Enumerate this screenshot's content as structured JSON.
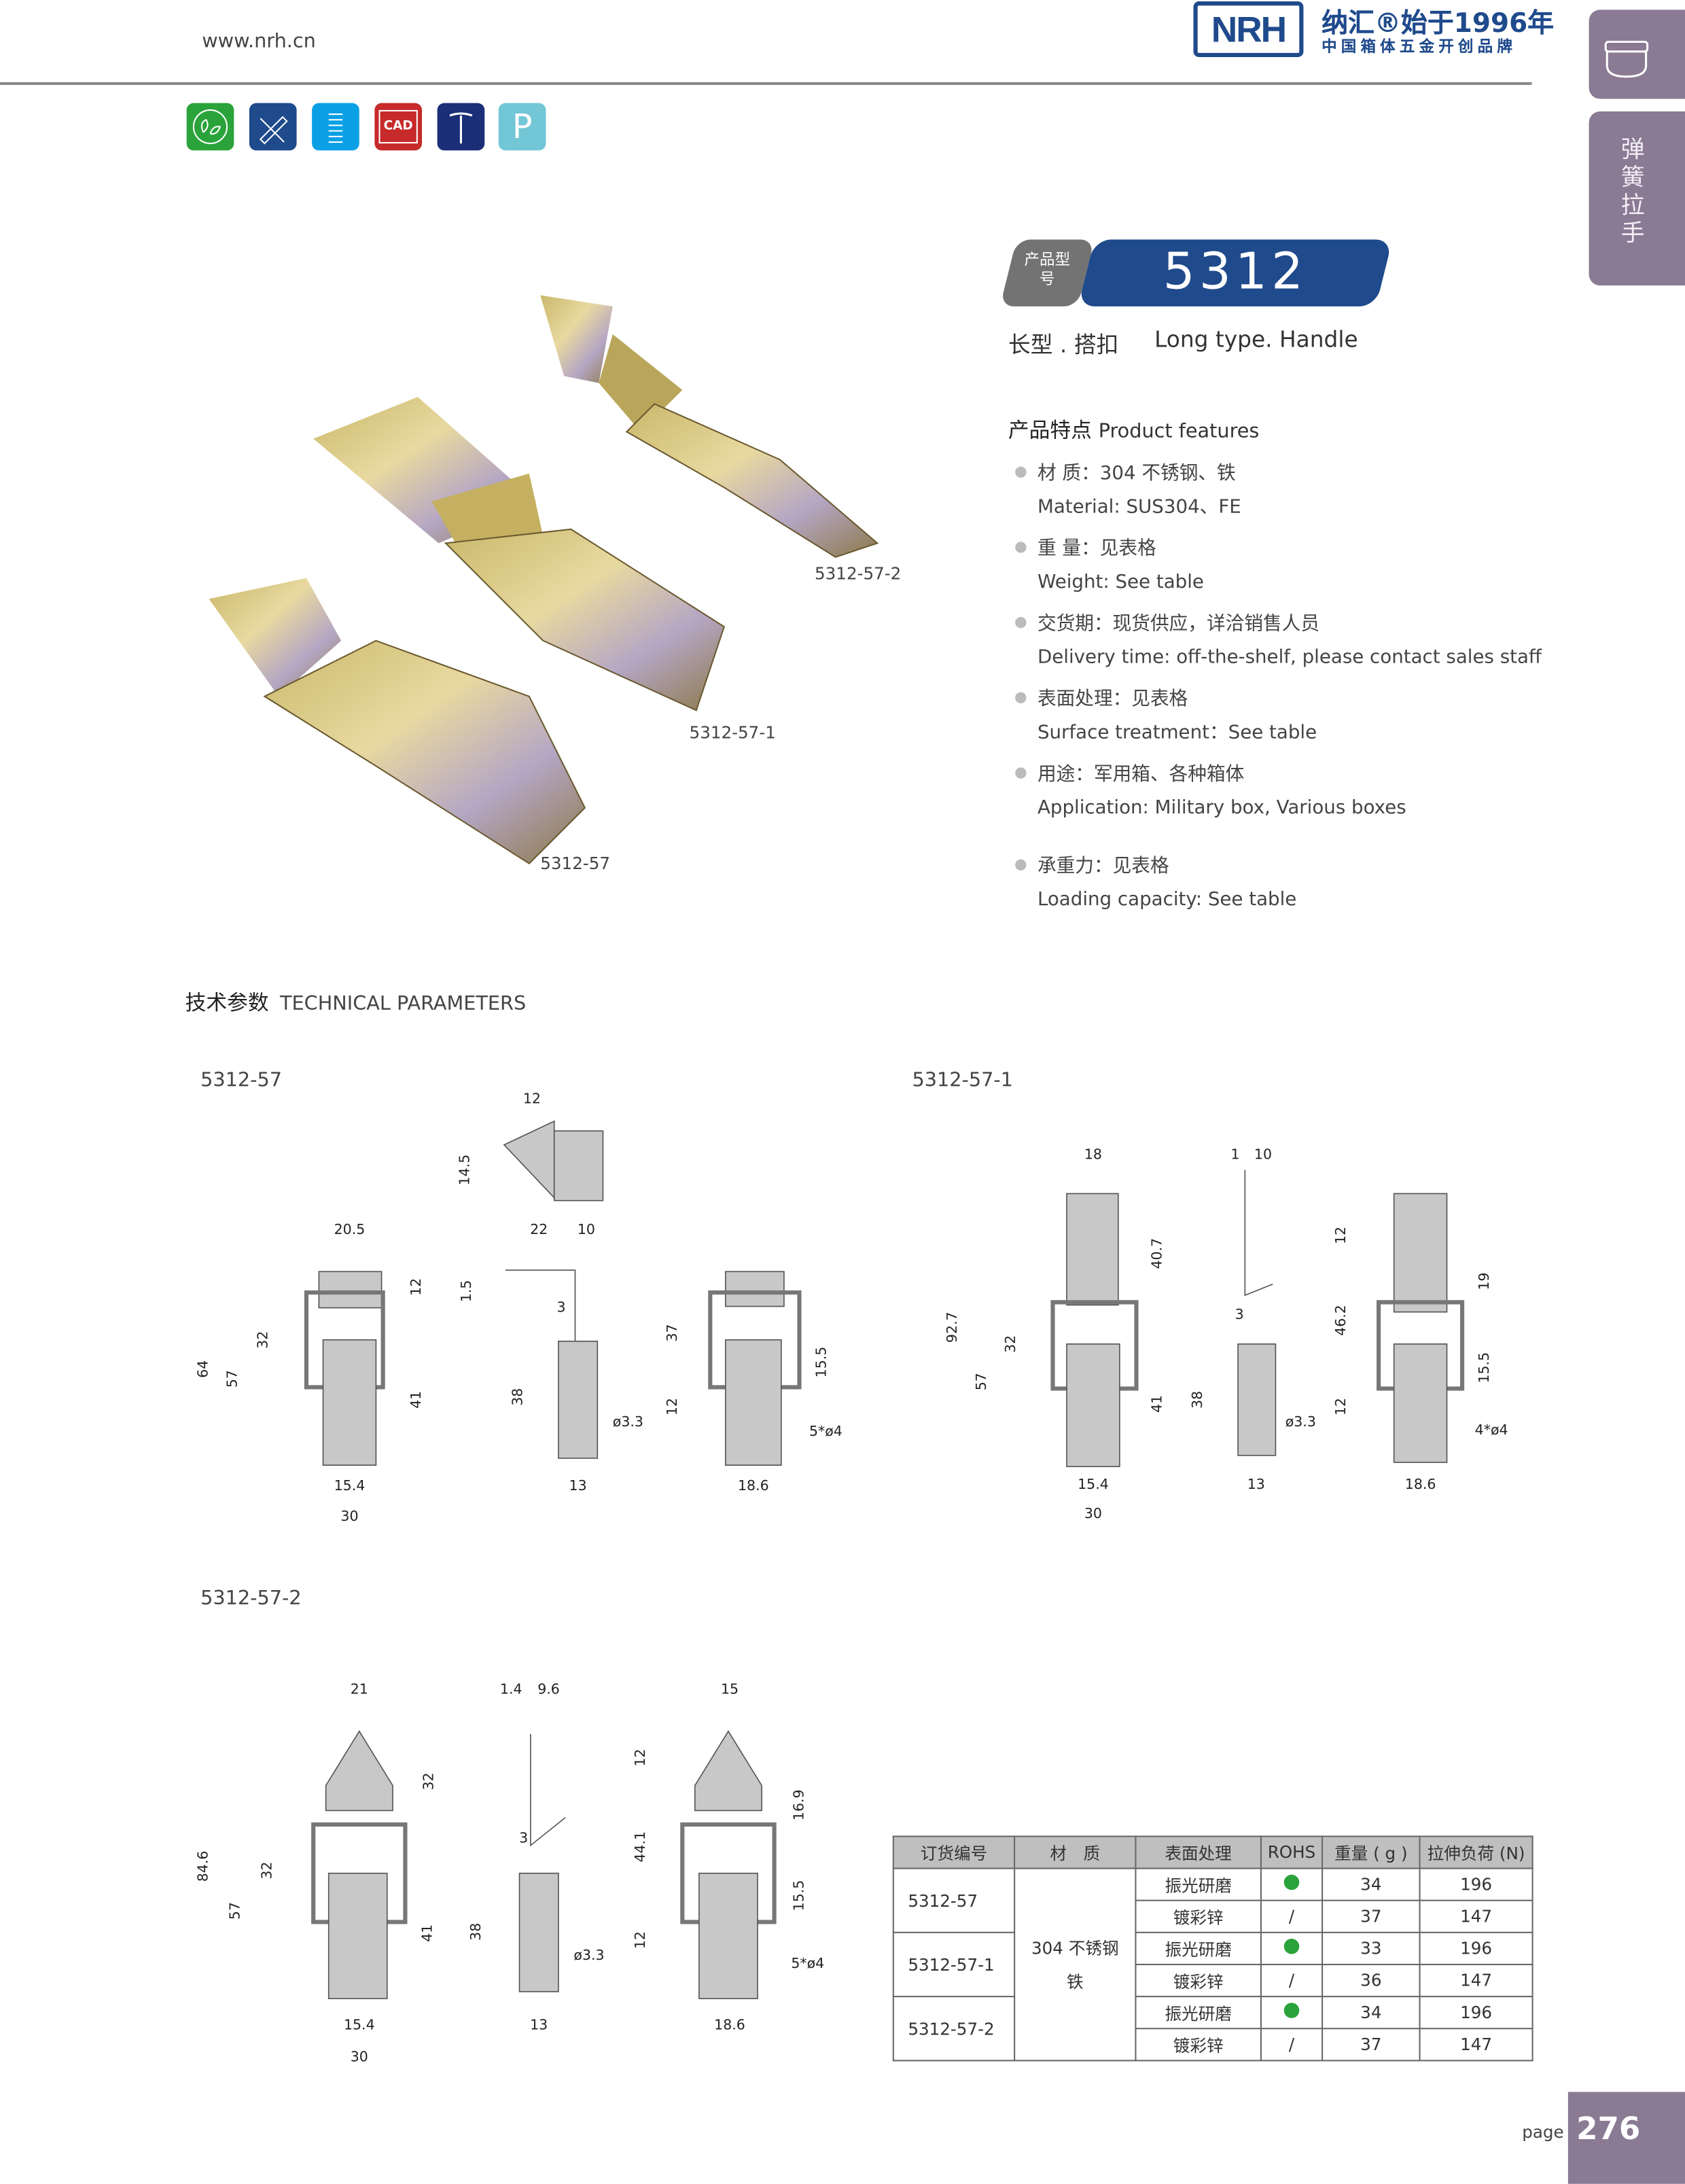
{
  "header": {
    "url": "www.nrh.cn",
    "logo_text": "NRH",
    "brand_line1": "纳汇®始于1996年",
    "brand_line2": "中国箱体五金开创品牌"
  },
  "side_tabs": {
    "icon": "latch-handle-icon",
    "category": "弹簧拉手"
  },
  "feature_icons": [
    {
      "name": "eco-leaf-icon",
      "color": "#2aa33a"
    },
    {
      "name": "design-ruler-pencil-icon",
      "color": "#1f4a8c"
    },
    {
      "name": "spring-icon",
      "color": "#0aa0e6"
    },
    {
      "name": "cad-file-icon",
      "color": "#c62a2a",
      "label": "CAD"
    },
    {
      "name": "screw-icon",
      "color": "#1a2f78"
    },
    {
      "name": "parking-p-icon",
      "color": "#72c6d6",
      "label": "P"
    }
  ],
  "product": {
    "model_label": "产品型号",
    "model": "5312",
    "type_cn": "长型 . 搭扣",
    "type_en": "Long type. Handle"
  },
  "features": {
    "title_cn": "产品特点",
    "title_en": "Product features",
    "items": [
      {
        "cn": "材  质：304 不锈钢、铁",
        "en": "Material: SUS304、FE"
      },
      {
        "cn": "重  量：见表格",
        "en": " Weight: See table"
      },
      {
        "cn": "交货期：现货供应，详洽销售人员",
        "en": "Delivery time: off-the-shelf, please contact sales staff"
      },
      {
        "cn": "表面处理：见表格",
        "en": "Surface treatment：See table"
      },
      {
        "cn": "用途：军用箱、各种箱体",
        "en": "Application: Military box, Various boxes"
      },
      {
        "cn": "承重力：见表格",
        "en": "Loading capacity: See table"
      }
    ]
  },
  "photo_labels": [
    "5312-57-2",
    "5312-57-1",
    "5312-57"
  ],
  "tech": {
    "title_cn": "技术参数",
    "title_en": "TECHNICAL PARAMETERS"
  },
  "drawings": [
    {
      "model": "5312-57",
      "dims": [
        "12",
        "14.5",
        "20.5",
        "12",
        "22",
        "10",
        "1.5",
        "3",
        "37",
        "15.5",
        "64",
        "57",
        "32",
        "41",
        "38",
        "ø3.3",
        "12",
        "5*ø4",
        "15.4",
        "13",
        "18.6",
        "30"
      ]
    },
    {
      "model": "5312-57-1",
      "dims": [
        "18",
        "1",
        "10",
        "40.7",
        "12",
        "19",
        "92.7",
        "3",
        "46.2",
        "32",
        "57",
        "15.5",
        "41",
        "38",
        "ø3.3",
        "12",
        "4*ø4",
        "15.4",
        "13",
        "18.6",
        "30"
      ]
    },
    {
      "model": "5312-57-2",
      "dims": [
        "21",
        "1.4",
        "9.6",
        "15",
        "12",
        "32",
        "16.9",
        "84.6",
        "32",
        "3",
        "44.1",
        "57",
        "15.5",
        "41",
        "38",
        "12",
        "ø3.3",
        "5*ø4",
        "15.4",
        "13",
        "18.6",
        "30"
      ]
    }
  ],
  "table": {
    "headers": [
      "订货编号",
      "材　质",
      "表面处理",
      "ROHS",
      "重量 ( g )",
      "拉伸负荷 (N)"
    ],
    "material": [
      "304 不锈钢",
      "铁"
    ],
    "groups": [
      {
        "code": "5312-57",
        "rows": [
          {
            "finish": "振光研磨",
            "rohs": true,
            "weight": "34",
            "load": "196"
          },
          {
            "finish": "镀彩锌",
            "rohs": "/",
            "weight": "37",
            "load": "147"
          }
        ]
      },
      {
        "code": "5312-57-1",
        "rows": [
          {
            "finish": "振光研磨",
            "rohs": true,
            "weight": "33",
            "load": "196"
          },
          {
            "finish": "镀彩锌",
            "rohs": "/",
            "weight": "36",
            "load": "147"
          }
        ]
      },
      {
        "code": "5312-57-2",
        "rows": [
          {
            "finish": "振光研磨",
            "rohs": true,
            "weight": "34",
            "load": "196"
          },
          {
            "finish": "镀彩锌",
            "rohs": "/",
            "weight": "37",
            "load": "147"
          }
        ]
      }
    ],
    "rohs_color": "#2aa33a"
  },
  "footer": {
    "page_label": "page",
    "page_number": "276"
  }
}
